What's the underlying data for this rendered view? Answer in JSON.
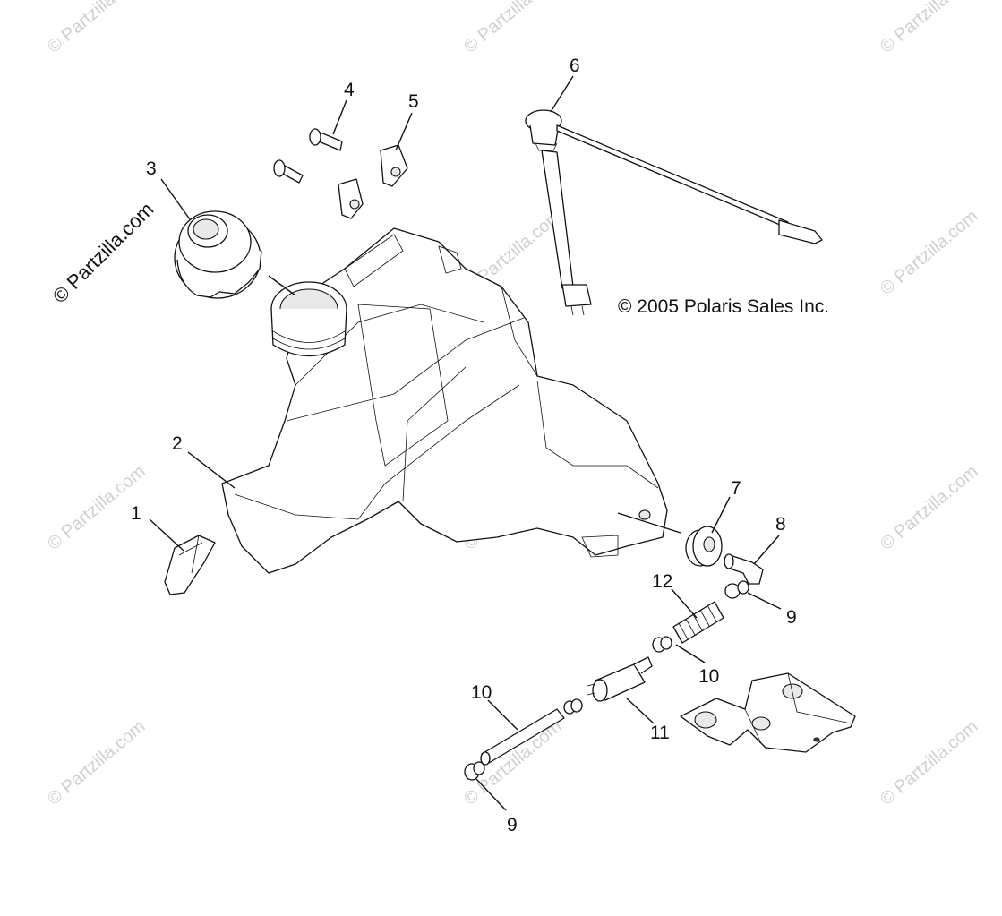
{
  "watermark": "© Partzilla.com",
  "copyright": "© 2005 Polaris Sales Inc.",
  "callouts": [
    "1",
    "2",
    "3",
    "4",
    "5",
    "6",
    "7",
    "8",
    "9",
    "10",
    "11",
    "12",
    "10",
    "9"
  ],
  "accent": "#111111"
}
